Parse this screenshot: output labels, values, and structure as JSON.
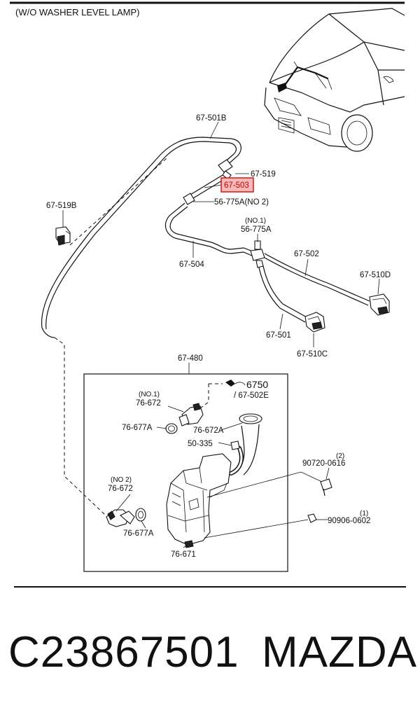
{
  "header": {
    "title": "(W/O WASHER LEVEL LAMP)"
  },
  "diagram": {
    "labels": {
      "p67_501B": "67-501B",
      "p67_519": "67-519",
      "p67_503": "67-503",
      "p56_775A_no2": "56-775A(NO 2)",
      "p67_519B": "67-519B",
      "no1_a": "(NO.1)",
      "p56_775A": "56-775A",
      "p67_502": "67-502",
      "p67_504": "67-504",
      "p67_510D": "67-510D",
      "p67_501": "67-501",
      "p67_510C": "67-510C",
      "p67_480": "67-480",
      "no1_b": "(NO.1)",
      "p76_672_a": "76-672",
      "p6750": "6750",
      "p67_502E": "/ 67-502E",
      "p76_677A_a": "76-677A",
      "p76_672A": "76-672A",
      "p50_335": "50-335",
      "qty2": "(2)",
      "p90720": "90720-0616",
      "no2": "(NO 2)",
      "p76_672_b": "76-672",
      "qty1": "(1)",
      "p90906": "90906-0602",
      "p76_677A_b": "76-677A",
      "p76_671": "76-671"
    },
    "highlighted_part": "67-503",
    "highlight_color": "#d21a1a"
  },
  "footer": {
    "part_number": "C23867501",
    "brand": "MAZDA"
  }
}
